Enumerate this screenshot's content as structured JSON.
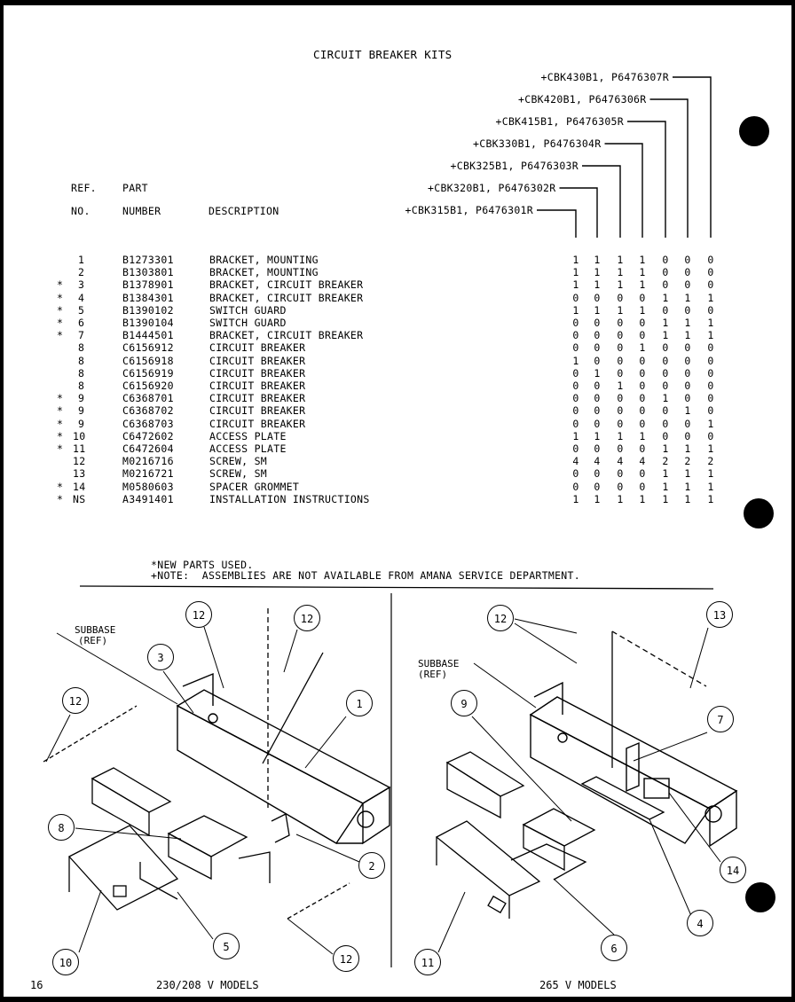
{
  "title": "CIRCUIT BREAKER KITS",
  "kits": [
    "+CBK430B1, P6476307R",
    "+CBK420B1, P6476306R",
    "+CBK415B1, P6476305R",
    "+CBK330B1, P6476304R",
    "+CBK325B1, P6476303R",
    "+CBK320B1, P6476302R",
    "+CBK315B1, P6476301R"
  ],
  "headers": {
    "ref": "REF.",
    "no": "NO.",
    "part": "PART",
    "number": "NUMBER",
    "description": "DESCRIPTION"
  },
  "parts": [
    {
      "mark": "",
      "ref": "1",
      "part": "B1273301",
      "desc": "BRACKET, MOUNTING",
      "qty": [
        "1",
        "1",
        "1",
        "1",
        "0",
        "0",
        "0"
      ]
    },
    {
      "mark": "",
      "ref": "2",
      "part": "B1303801",
      "desc": "BRACKET, MOUNTING",
      "qty": [
        "1",
        "1",
        "1",
        "1",
        "0",
        "0",
        "0"
      ]
    },
    {
      "mark": "*",
      "ref": "3",
      "part": "B1378901",
      "desc": "BRACKET, CIRCUIT BREAKER",
      "qty": [
        "1",
        "1",
        "1",
        "1",
        "0",
        "0",
        "0"
      ]
    },
    {
      "mark": "*",
      "ref": "4",
      "part": "B1384301",
      "desc": "BRACKET, CIRCUIT BREAKER",
      "qty": [
        "0",
        "0",
        "0",
        "0",
        "1",
        "1",
        "1"
      ]
    },
    {
      "mark": "*",
      "ref": "5",
      "part": "B1390102",
      "desc": "SWITCH GUARD",
      "qty": [
        "1",
        "1",
        "1",
        "1",
        "0",
        "0",
        "0"
      ]
    },
    {
      "mark": "*",
      "ref": "6",
      "part": "B1390104",
      "desc": "SWITCH GUARD",
      "qty": [
        "0",
        "0",
        "0",
        "0",
        "1",
        "1",
        "1"
      ]
    },
    {
      "mark": "*",
      "ref": "7",
      "part": "B1444501",
      "desc": "BRACKET, CIRCUIT BREAKER",
      "qty": [
        "0",
        "0",
        "0",
        "0",
        "1",
        "1",
        "1"
      ]
    },
    {
      "mark": "",
      "ref": "8",
      "part": "C6156912",
      "desc": "CIRCUIT BREAKER",
      "qty": [
        "0",
        "0",
        "0",
        "1",
        "0",
        "0",
        "0"
      ]
    },
    {
      "mark": "",
      "ref": "8",
      "part": "C6156918",
      "desc": "CIRCUIT BREAKER",
      "qty": [
        "1",
        "0",
        "0",
        "0",
        "0",
        "0",
        "0"
      ]
    },
    {
      "mark": "",
      "ref": "8",
      "part": "C6156919",
      "desc": "CIRCUIT BREAKER",
      "qty": [
        "0",
        "1",
        "0",
        "0",
        "0",
        "0",
        "0"
      ]
    },
    {
      "mark": "",
      "ref": "8",
      "part": "C6156920",
      "desc": "CIRCUIT BREAKER",
      "qty": [
        "0",
        "0",
        "1",
        "0",
        "0",
        "0",
        "0"
      ]
    },
    {
      "mark": "*",
      "ref": "9",
      "part": "C6368701",
      "desc": "CIRCUIT BREAKER",
      "qty": [
        "0",
        "0",
        "0",
        "0",
        "1",
        "0",
        "0"
      ]
    },
    {
      "mark": "*",
      "ref": "9",
      "part": "C6368702",
      "desc": "CIRCUIT BREAKER",
      "qty": [
        "0",
        "0",
        "0",
        "0",
        "0",
        "1",
        "0"
      ]
    },
    {
      "mark": "*",
      "ref": "9",
      "part": "C6368703",
      "desc": "CIRCUIT BREAKER",
      "qty": [
        "0",
        "0",
        "0",
        "0",
        "0",
        "0",
        "1"
      ]
    },
    {
      "mark": "*",
      "ref": "10",
      "part": "C6472602",
      "desc": "ACCESS PLATE",
      "qty": [
        "1",
        "1",
        "1",
        "1",
        "0",
        "0",
        "0"
      ]
    },
    {
      "mark": "*",
      "ref": "11",
      "part": "C6472604",
      "desc": "ACCESS PLATE",
      "qty": [
        "0",
        "0",
        "0",
        "0",
        "1",
        "1",
        "1"
      ]
    },
    {
      "mark": "",
      "ref": "12",
      "part": "M0216716",
      "desc": "SCREW, SM",
      "qty": [
        "4",
        "4",
        "4",
        "4",
        "2",
        "2",
        "2"
      ]
    },
    {
      "mark": "",
      "ref": "13",
      "part": "M0216721",
      "desc": "SCREW, SM",
      "qty": [
        "0",
        "0",
        "0",
        "0",
        "1",
        "1",
        "1"
      ]
    },
    {
      "mark": "*",
      "ref": "14",
      "part": "M0580603",
      "desc": "SPACER GROMMET",
      "qty": [
        "0",
        "0",
        "0",
        "0",
        "1",
        "1",
        "1"
      ]
    },
    {
      "mark": "*",
      "ref": "NS",
      "part": "A3491401",
      "desc": "INSTALLATION INSTRUCTIONS",
      "qty": [
        "1",
        "1",
        "1",
        "1",
        "1",
        "1",
        "1"
      ]
    }
  ],
  "notes": [
    "*NEW PARTS USED.",
    "+NOTE:  ASSEMBLIES ARE NOT AVAILABLE FROM AMANA SERVICE DEPARTMENT."
  ],
  "left_diagram": {
    "subbase_label": [
      "SUBBASE",
      "(REF)"
    ],
    "callouts": [
      "12",
      "12",
      "3",
      "12",
      "1",
      "8",
      "2",
      "5",
      "10",
      "12"
    ],
    "caption": "230/208 V MODELS"
  },
  "right_diagram": {
    "subbase_label": [
      "SUBBASE",
      "(REF)"
    ],
    "callouts": [
      "12",
      "13",
      "9",
      "7",
      "14",
      "4",
      "6",
      "11"
    ],
    "caption": "265 V MODELS"
  },
  "page_number": "16"
}
